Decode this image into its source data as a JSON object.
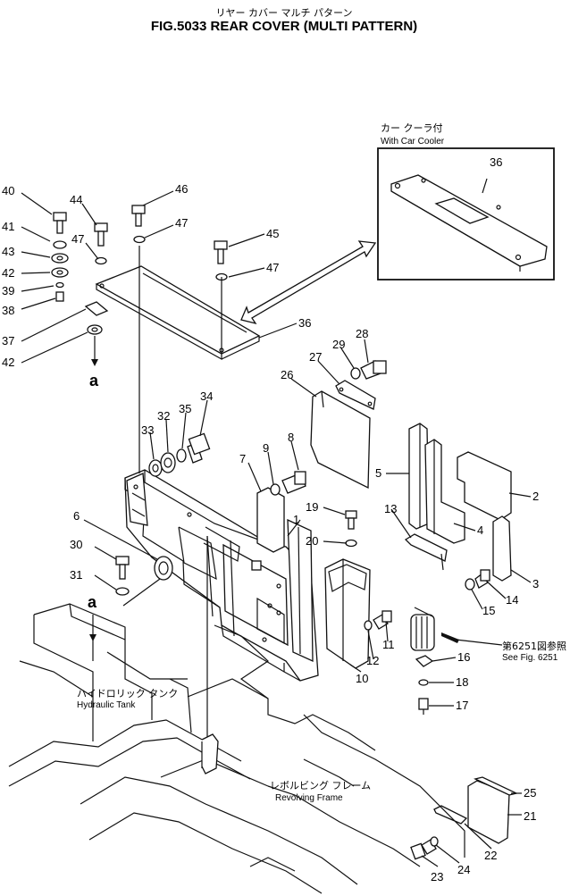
{
  "header": {
    "katakana": "リヤー カバー マルチ パターン",
    "title": "FIG.5033  REAR COVER (MULTI PATTERN)"
  },
  "inset": {
    "jp": "カー クーラ付",
    "en": "With Car Cooler",
    "part": "36"
  },
  "notes": {
    "hydraulic_jp": "ハイドロリック タンク",
    "hydraulic_en": "Hydraulic Tank",
    "frame_jp": "レボルビング フレーム",
    "frame_en": "Revolving Frame",
    "see_jp": "第6251図参照",
    "see_en": "See Fig. 6251",
    "ref_a_top": "a",
    "ref_a_bottom": "a"
  },
  "callouts": [
    {
      "id": "c40",
      "n": "40"
    },
    {
      "id": "c44",
      "n": "44"
    },
    {
      "id": "c46",
      "n": "46"
    },
    {
      "id": "c41",
      "n": "41"
    },
    {
      "id": "c47a",
      "n": "47"
    },
    {
      "id": "c47b",
      "n": "47"
    },
    {
      "id": "c43",
      "n": "43"
    },
    {
      "id": "c45",
      "n": "45"
    },
    {
      "id": "c42a",
      "n": "42"
    },
    {
      "id": "c47c",
      "n": "47"
    },
    {
      "id": "c39",
      "n": "39"
    },
    {
      "id": "c38",
      "n": "38"
    },
    {
      "id": "c36",
      "n": "36"
    },
    {
      "id": "c37",
      "n": "37"
    },
    {
      "id": "c42b",
      "n": "42"
    },
    {
      "id": "c28",
      "n": "28"
    },
    {
      "id": "c29",
      "n": "29"
    },
    {
      "id": "c27",
      "n": "27"
    },
    {
      "id": "c26",
      "n": "26"
    },
    {
      "id": "c34",
      "n": "34"
    },
    {
      "id": "c32",
      "n": "32"
    },
    {
      "id": "c35",
      "n": "35"
    },
    {
      "id": "c33",
      "n": "33"
    },
    {
      "id": "c9",
      "n": "9"
    },
    {
      "id": "c8",
      "n": "8"
    },
    {
      "id": "c7",
      "n": "7"
    },
    {
      "id": "c5",
      "n": "5"
    },
    {
      "id": "c2",
      "n": "2"
    },
    {
      "id": "c6",
      "n": "6"
    },
    {
      "id": "c19",
      "n": "19"
    },
    {
      "id": "c1",
      "n": "1"
    },
    {
      "id": "c4",
      "n": "4"
    },
    {
      "id": "c13",
      "n": "13"
    },
    {
      "id": "c30",
      "n": "30"
    },
    {
      "id": "c20",
      "n": "20"
    },
    {
      "id": "c3",
      "n": "3"
    },
    {
      "id": "c31",
      "n": "31"
    },
    {
      "id": "c14",
      "n": "14"
    },
    {
      "id": "c15",
      "n": "15"
    },
    {
      "id": "c11",
      "n": "11"
    },
    {
      "id": "c12",
      "n": "12"
    },
    {
      "id": "c16",
      "n": "16"
    },
    {
      "id": "c10",
      "n": "10"
    },
    {
      "id": "c18",
      "n": "18"
    },
    {
      "id": "c17",
      "n": "17"
    },
    {
      "id": "c25",
      "n": "25"
    },
    {
      "id": "c21",
      "n": "21"
    },
    {
      "id": "c22",
      "n": "22"
    },
    {
      "id": "c23",
      "n": "23"
    },
    {
      "id": "c24",
      "n": "24"
    }
  ]
}
